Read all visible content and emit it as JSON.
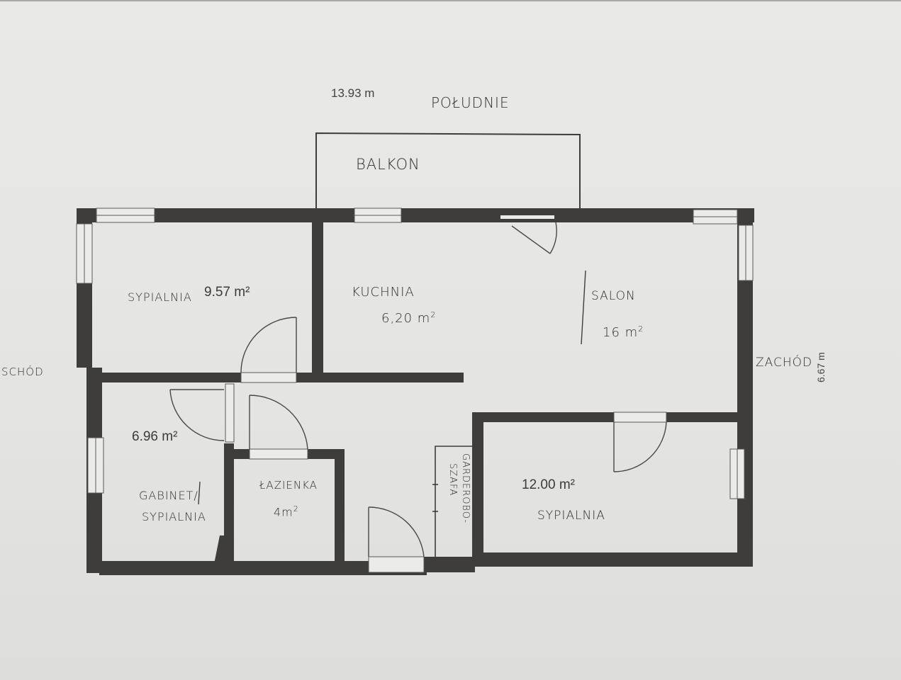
{
  "plan": {
    "dimensions": {
      "width": "13.93 m",
      "height": "6.67 m"
    },
    "compass": {
      "south": "POŁUDNIE",
      "west": "ZACHÓD",
      "east": "SCHÓD"
    },
    "balcony": {
      "label": "BALKON"
    },
    "rooms": [
      {
        "id": "bedroom-1",
        "label": "SYPIALNIA",
        "area": "9.57 m²"
      },
      {
        "id": "kitchen",
        "label": "KUCHNIA",
        "area": "6,20 m",
        "area_sup": "2"
      },
      {
        "id": "living-room",
        "label": "SALON",
        "area": "16 m",
        "area_sup": "2"
      },
      {
        "id": "office-bedroom",
        "label_line1": "GABINET/",
        "label_line2": "SYPIALNIA",
        "area": "6.96 m²"
      },
      {
        "id": "bathroom",
        "label": "ŁAZIENKA",
        "area": "4m",
        "area_sup": "2"
      },
      {
        "id": "wardrobe",
        "label_line1": "GARDEROBO-",
        "label_line2": "SZAFA"
      },
      {
        "id": "bedroom-2",
        "label": "SYPIALNIA",
        "area": "12.00 m²"
      }
    ],
    "colors": {
      "wall": "#3f3d3c",
      "paper": "#e6e6e4",
      "thin_line": "#5a5856",
      "window_fill": "#ececea"
    }
  }
}
